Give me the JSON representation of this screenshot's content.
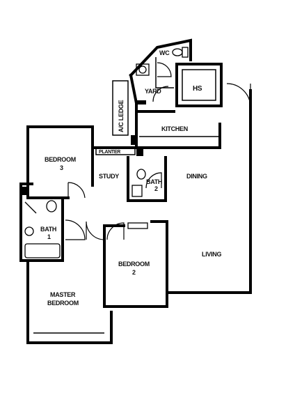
{
  "rooms": {
    "wc": "WC",
    "yard": "YARD",
    "hs": "HS",
    "ac_ledge": "A/C LEDGE",
    "kitchen": "KITCHEN",
    "planter": "PLANTER",
    "bedroom3_name": "BEDROOM",
    "bedroom3_num": "3",
    "study": "STUDY",
    "bath2_name": "BATH",
    "bath2_num": "2",
    "dining": "DINING",
    "bath1_name": "BATH",
    "bath1_num": "1",
    "living": "LIVING",
    "bedroom2_name": "BEDROOM",
    "bedroom2_num": "2",
    "master_line1": "MASTER",
    "master_line2": "BEDROOM"
  }
}
